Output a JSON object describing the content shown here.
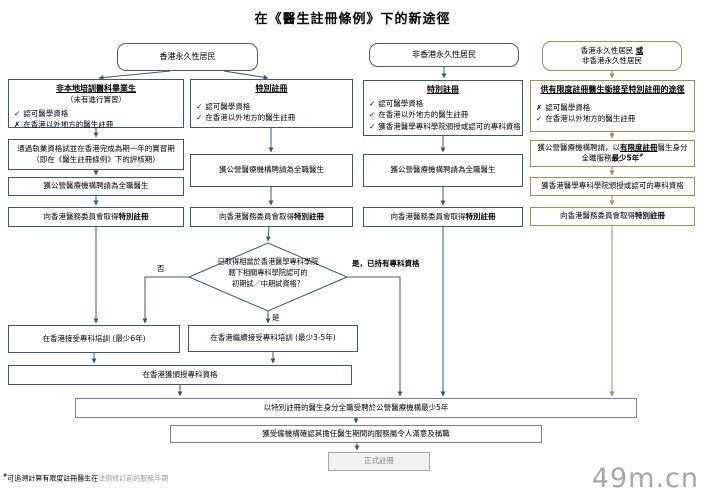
{
  "title": "在《醫生註冊條例》下的新途徑",
  "colors": {
    "flow_blue": "#44546a",
    "flow_tan": "#a08e55",
    "node_border_gray": "#595959",
    "final_fill": "#f2f2f2",
    "final_border": "#a6a6a6",
    "final_text": "#808080"
  },
  "top": {
    "hk": "香港永久性居民",
    "non_hk": "非香港永久性居民",
    "either_pre": "香港永久性居民 ",
    "either_or": "或",
    "either_line2": "非香港永久性居民"
  },
  "col1": {
    "title": "非本地培訓醫科畢業生",
    "subtitle": "（未有進行實習）",
    "criteria": [
      {
        "mark": "✓",
        "text": "認可醫學資格"
      },
      {
        "mark": "✗",
        "text": "在香港以外地方的醫生註冊"
      }
    ],
    "exam_line1": "通過執業資格試並在香港完成為期一年的實習期",
    "exam_line2": "（即在《醫生註冊條例》下的評核期）",
    "employ": "獲公營醫療機構聘請為全職醫生",
    "register_pre": "向香港醫務委員會取得",
    "register_bold": "特別註冊"
  },
  "col2": {
    "title": "特別註冊",
    "criteria": [
      {
        "mark": "✓",
        "text": "認可醫學資格"
      },
      {
        "mark": "✓",
        "text": "在香港以外地方的醫生註冊"
      }
    ],
    "employ": "獲公營醫療機構聘請為全職醫生",
    "register_pre": "向香港醫務委員會取得",
    "register_bold": "特別註冊"
  },
  "col3": {
    "title": "特別註冊",
    "criteria": [
      {
        "mark": "✓",
        "text": "認可醫學資格"
      },
      {
        "mark": "✓",
        "text": "在香港以外地方的醫生註冊"
      },
      {
        "mark": "✓",
        "text": "獲香港醫學專科學院頒授或認可的專科資格"
      }
    ],
    "employ": "獲公營醫療機構聘請為全職醫生",
    "register_pre": "向香港醫務委員會取得",
    "register_bold": "特別註冊"
  },
  "col4": {
    "title": "供有限度註冊醫生銜接至特別註冊的途徑",
    "criteria": [
      {
        "mark": "✗",
        "text": "認可醫學資格"
      },
      {
        "mark": "✓",
        "text": "在香港以外地方的醫生註冊"
      }
    ],
    "employ_pre": "獲公營醫療機構聘請，以",
    "employ_limited": "有限度註冊",
    "employ_mid": "醫生身分",
    "employ_line2_pre": "全職服務",
    "employ_min5": "最少5年",
    "employ_sup": "#",
    "specialist": "獲香港醫學專科學院頒授或認可的專科資格",
    "register_pre": "向香港醫務委員會取得",
    "register_bold": "特別註冊"
  },
  "decision": {
    "line1": "已取得相當於香港醫學專科學院",
    "line2": "轄下相關專科學院認可的",
    "line3": "初期試／中期試資格？",
    "no": "否",
    "yes": "是",
    "yes_specialist": "是，已持有專科資格"
  },
  "bottom": {
    "train6": "在香港接受專科培訓 (最少6年)",
    "train35": "在香港繼續接受專科培訓 (最少3-5年)",
    "award": "在香港獲頒授專科資格",
    "employ5": "以特別註冊的醫生身分全職受聘於公營醫療機構最少5年",
    "confirm": "獲受僱機構確認其擔任醫生期間的服務屬令人滿意及稱職",
    "formal": "正式註冊"
  },
  "footnote": {
    "sup": "#",
    "black": "可追溯計算有限度註冊醫生在",
    "gray": "法例修訂前的服務年期"
  },
  "watermark": "49m.cn"
}
